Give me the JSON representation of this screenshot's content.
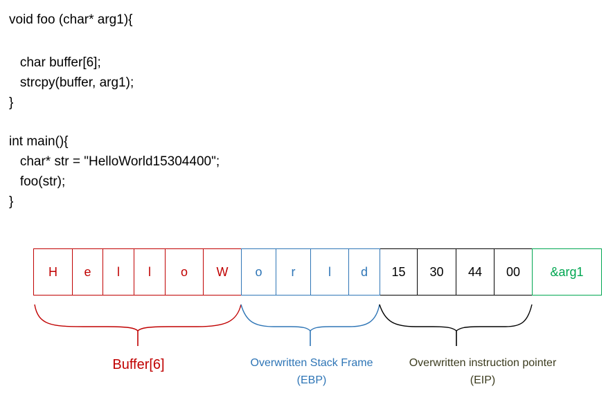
{
  "colors": {
    "buffer": "#c00000",
    "ebp": "#2e75b6",
    "eip": "#000000",
    "arg": "#00a651",
    "label_eip": "#3b3b1e"
  },
  "code_lines": [
    "void foo (char* arg1){",
    "",
    "   char buffer[6];",
    "   strcpy(buffer, arg1);",
    "}",
    "",
    "int main(){",
    "   char* str = \"HelloWorld15304400\";",
    "   foo(str);",
    "}"
  ],
  "cells": [
    {
      "text": "H",
      "group": "buffer"
    },
    {
      "text": "e",
      "group": "buffer"
    },
    {
      "text": "l",
      "group": "buffer"
    },
    {
      "text": "l",
      "group": "buffer"
    },
    {
      "text": "o",
      "group": "buffer"
    },
    {
      "text": "W",
      "group": "buffer"
    },
    {
      "text": "o",
      "group": "ebp"
    },
    {
      "text": "r",
      "group": "ebp"
    },
    {
      "text": "l",
      "group": "ebp"
    },
    {
      "text": "d",
      "group": "ebp"
    },
    {
      "text": "15",
      "group": "eip"
    },
    {
      "text": "30",
      "group": "eip"
    },
    {
      "text": "44",
      "group": "eip"
    },
    {
      "text": "00",
      "group": "eip"
    },
    {
      "text": "&arg1",
      "group": "arg"
    }
  ],
  "labels": {
    "buffer": "Buffer[6]",
    "ebp_line1": "Overwritten Stack Frame",
    "ebp_line2": "(EBP)",
    "eip_line1": "Overwritten instruction pointer",
    "eip_line2": "(EIP)"
  }
}
